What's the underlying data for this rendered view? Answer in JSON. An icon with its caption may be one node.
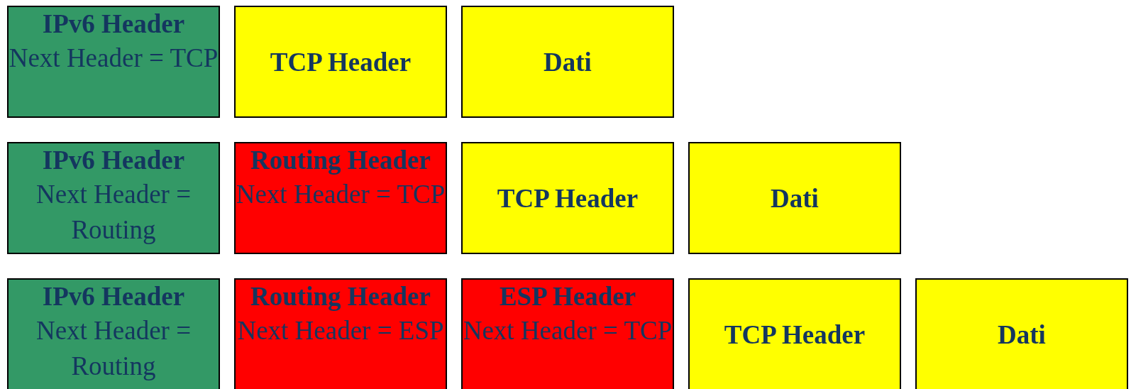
{
  "diagram": {
    "nodes": [
      {
        "text": [
          "IPv6 Header",
          "Next Header = TCP"
        ]
      },
      {
        "text": [
          "TCP Header"
        ]
      },
      {
        "text": [
          "Dati"
        ]
      },
      {
        "text": [
          "IPv6 Header",
          "Next Header = Routing"
        ]
      },
      {
        "text": [
          "Routing Header",
          "Next Header = TCP"
        ]
      },
      {
        "text": [
          "TCP Header"
        ]
      },
      {
        "text": [
          "Dati"
        ]
      },
      {
        "text": [
          "IPv6 Header",
          "Next Header = Routing"
        ]
      },
      {
        "text": [
          "Routing Header",
          "Next Header = ESP"
        ]
      },
      {
        "text": [
          "ESP Header",
          "Next Header = TCP"
        ]
      },
      {
        "text": [
          "TCP Header"
        ]
      },
      {
        "text": [
          "Dati"
        ]
      }
    ]
  }
}
